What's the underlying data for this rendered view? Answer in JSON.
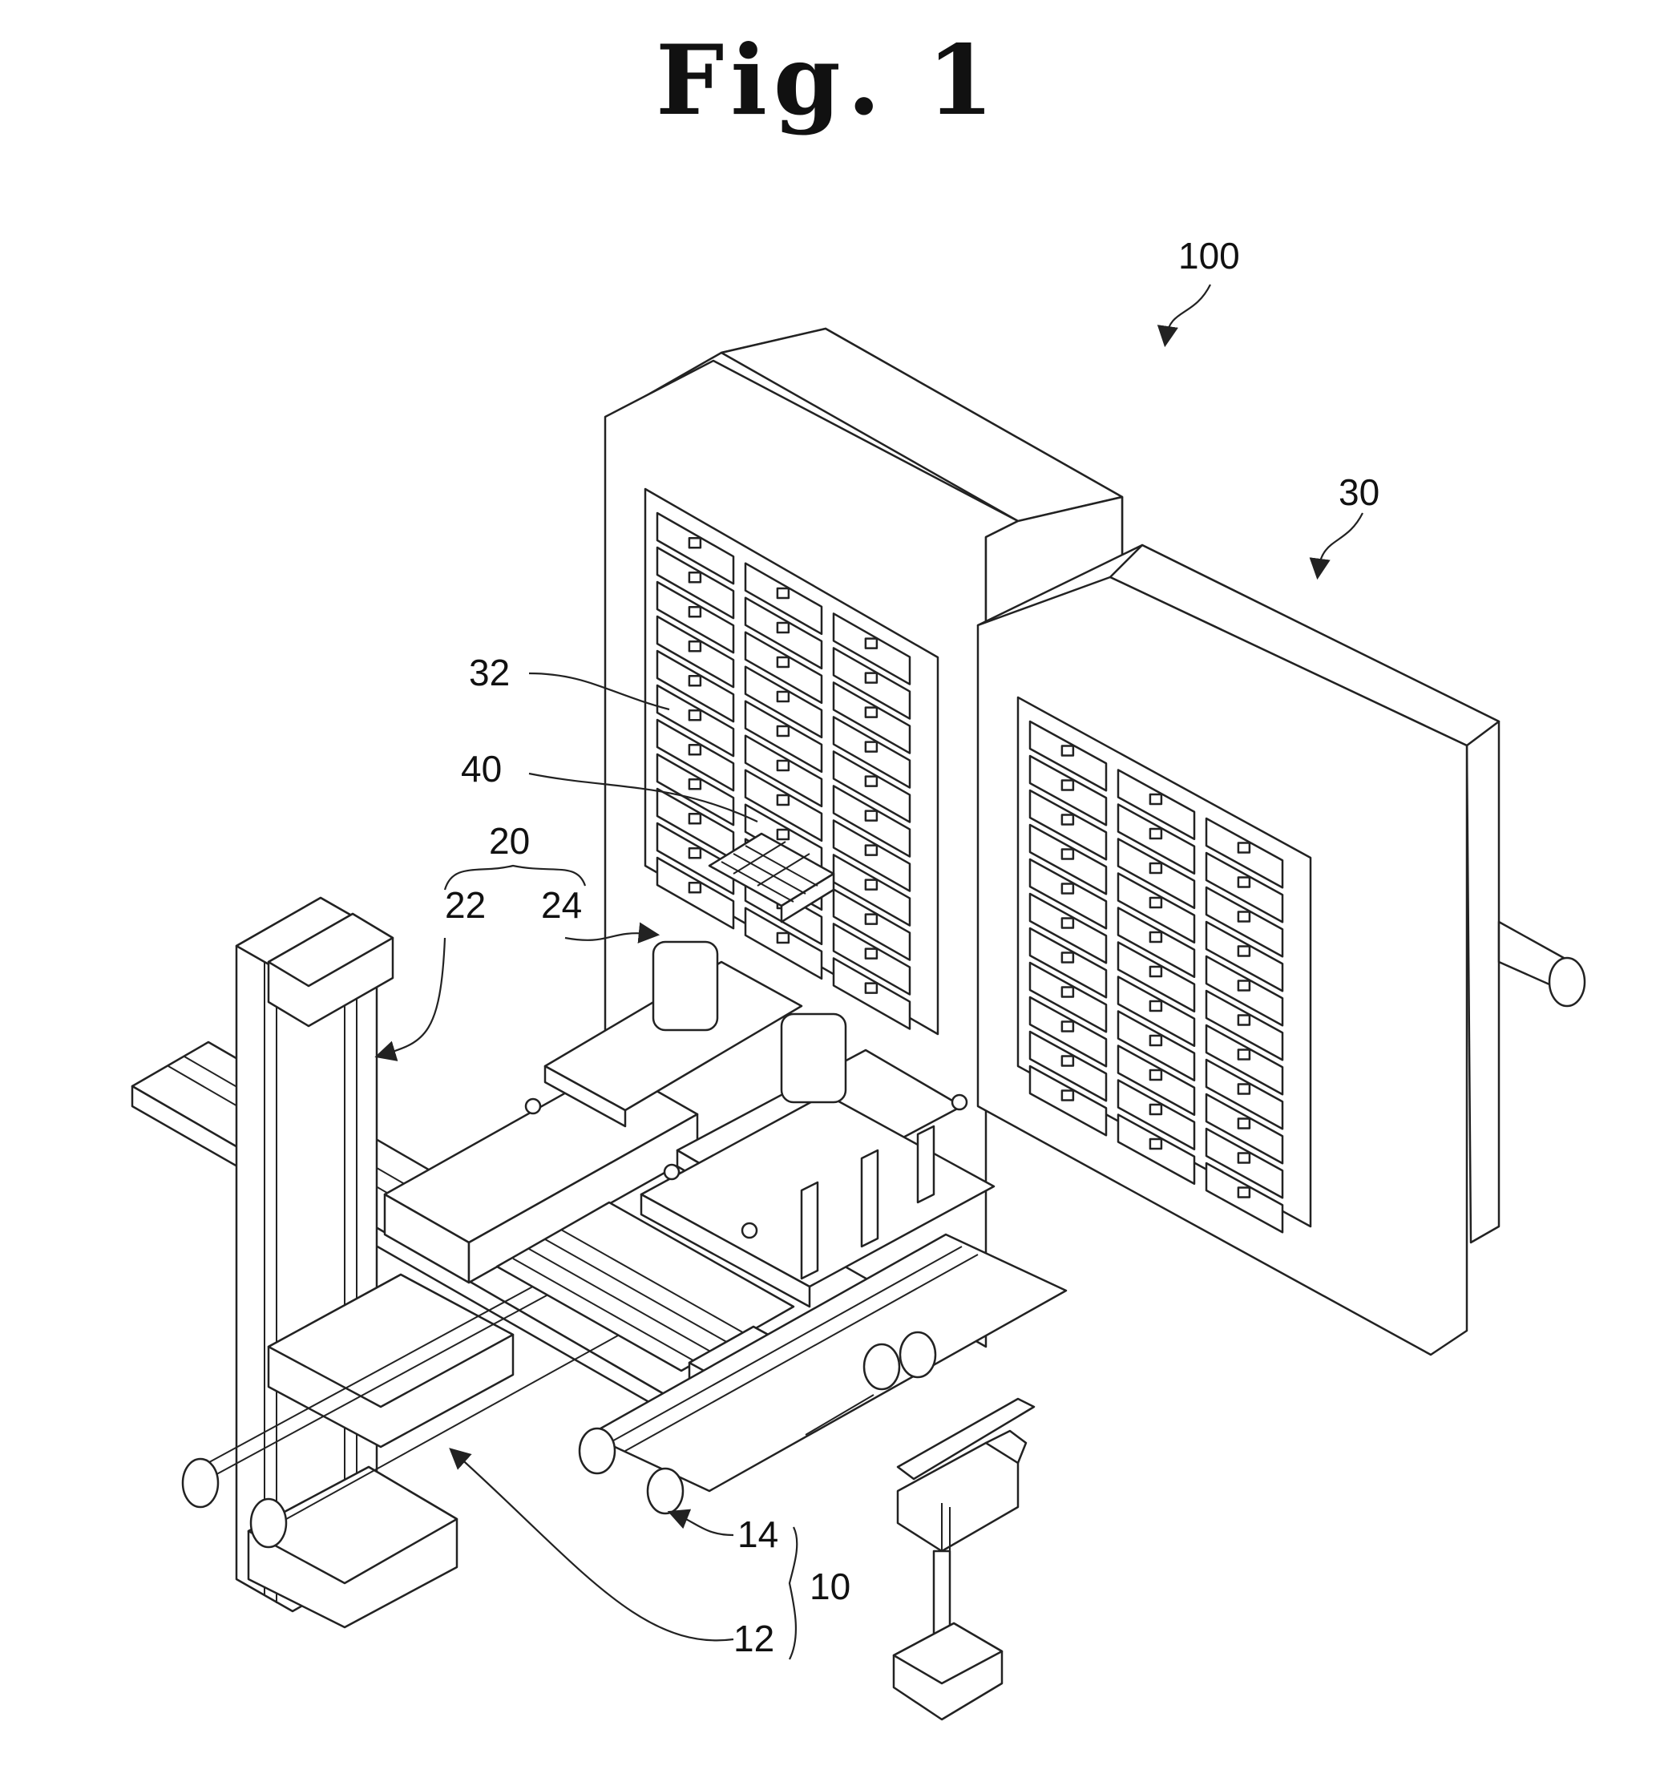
{
  "figure": {
    "title": "Fig.  1"
  },
  "labels": {
    "r100": "100",
    "r30": "30",
    "r32": "32",
    "r40": "40",
    "r20": "20",
    "r22": "22",
    "r24": "24",
    "r14": "14",
    "r10": "10",
    "r12": "12"
  }
}
